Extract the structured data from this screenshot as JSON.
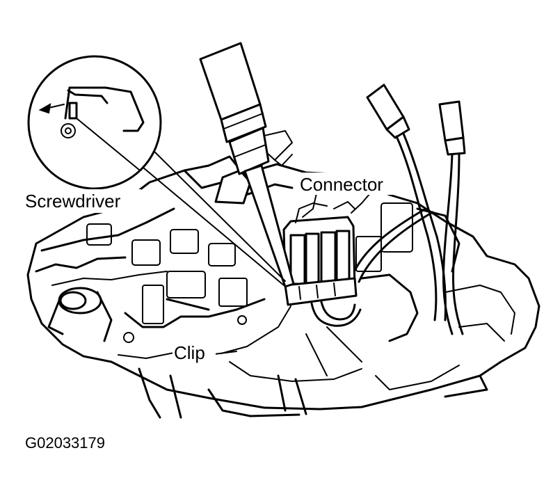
{
  "labels": {
    "screwdriver": "Screwdriver",
    "connector": "Connector",
    "clip": "Clip"
  },
  "figure_id": "G02033179"
}
